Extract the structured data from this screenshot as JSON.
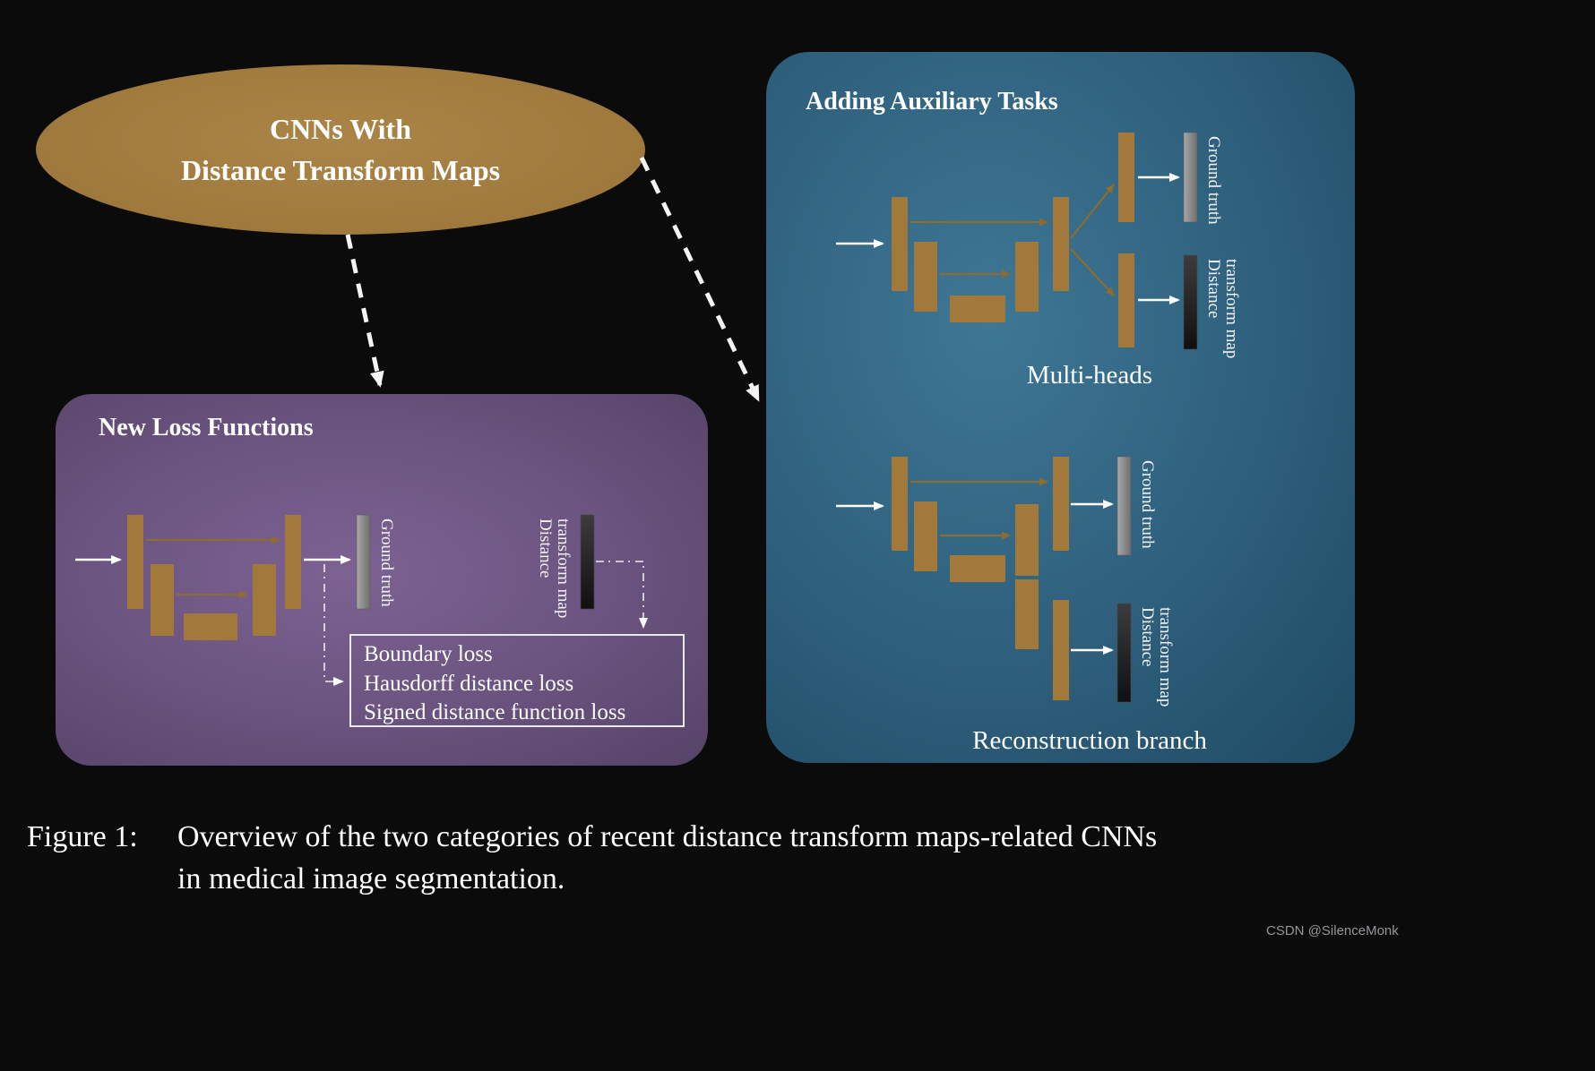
{
  "ellipse": {
    "line1": "CNNs With",
    "line2": "Distance Transform Maps"
  },
  "loss_panel": {
    "title": "New Loss Functions",
    "ground_truth_label": "Ground truth",
    "distance_label_line1": "Distance",
    "distance_label_line2": "transform map",
    "loss_box": {
      "items": [
        "Boundary loss",
        "Hausdorff distance loss",
        "Signed distance function loss"
      ]
    }
  },
  "aux_panel": {
    "title": "Adding Auxiliary Tasks",
    "multiheads": {
      "caption": "Multi-heads",
      "ground_truth_label": "Ground truth",
      "distance_label_line1": "Distance",
      "distance_label_line2": "transform map"
    },
    "reconstruction": {
      "caption": "Reconstruction branch",
      "ground_truth_label": "Ground truth",
      "distance_label_line1": "Distance",
      "distance_label_line2": "transform map"
    }
  },
  "figure_caption": {
    "label": "Figure 1:",
    "line1": "Overview of the two categories of recent distance transform maps-related CNNs",
    "line2": "in medical image segmentation."
  },
  "watermark": "CSDN @SilenceMonk",
  "colors": {
    "background": "#0b0b0b",
    "ellipse": "#a07a3d",
    "panel_purple": "#6b5480",
    "panel_teal": "#2e5f7c",
    "unet_bar": "#a2793a",
    "skip_arrow": "#8d6c31",
    "ground_truth_bar": "#8f8f8f",
    "distance_map_bar": "#1c1c1c",
    "text": "#ffffff"
  }
}
